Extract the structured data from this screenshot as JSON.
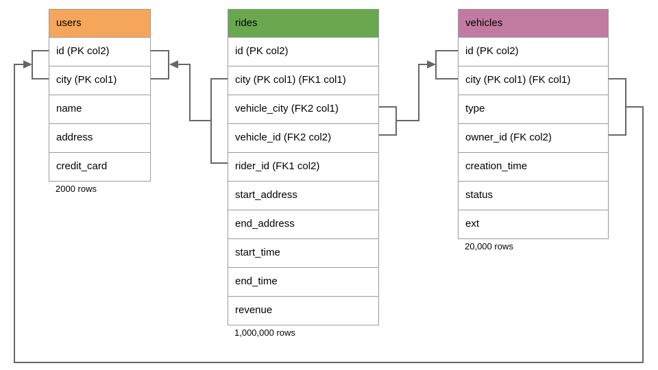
{
  "diagram_type": "database-schema",
  "line_color": "#666666",
  "border_color": "#9a9a9a",
  "tables": [
    {
      "name": "users",
      "header_color": "#F6A65A",
      "columns": [
        "id (PK col2)",
        "city (PK col1)",
        "name",
        "address",
        "credit_card"
      ],
      "row_count": "2000 rows"
    },
    {
      "name": "rides",
      "header_color": "#6AA84F",
      "columns": [
        "id (PK col2)",
        "city (PK col1) (FK1 col1)",
        "vehicle_city (FK2 col1)",
        "vehicle_id (FK2 col2)",
        "rider_id (FK1 col2)",
        "start_address",
        "end_address",
        "start_time",
        "end_time",
        "revenue"
      ],
      "row_count": "1,000,000 rows"
    },
    {
      "name": "vehicles",
      "header_color": "#C27BA0",
      "columns": [
        "id (PK col2)",
        "city (PK col1) (FK col1)",
        "type",
        "owner_id (FK col2)",
        "creation_time",
        "status",
        "ext"
      ],
      "row_count": "20,000 rows"
    }
  ],
  "relationships": [
    {
      "name": "FK1",
      "from": "rides (city, rider_id)",
      "to": "users (city, id)"
    },
    {
      "name": "FK2",
      "from": "rides (vehicle_city, vehicle_id)",
      "to": "vehicles (city, id)"
    },
    {
      "name": "FK",
      "from": "vehicles (city, owner_id)",
      "to": "users (city, id)"
    }
  ]
}
